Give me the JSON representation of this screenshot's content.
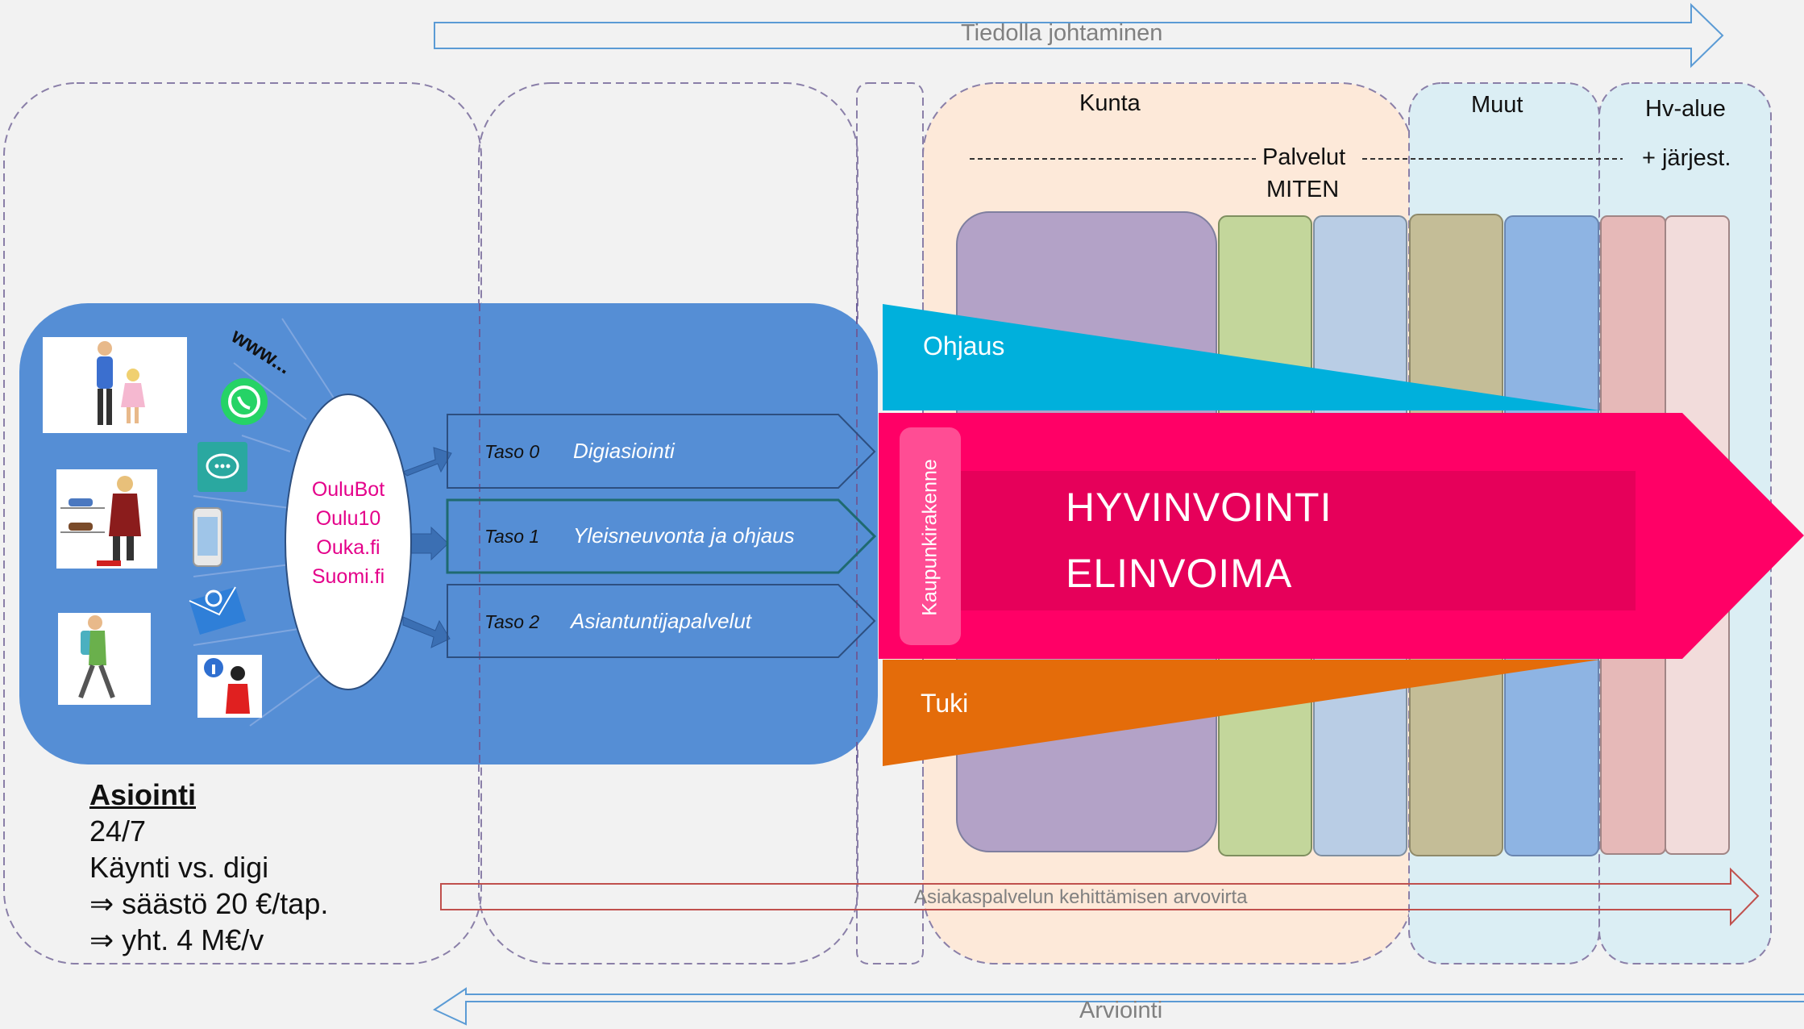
{
  "top_arrow_label": "Tiedolla johtaminen",
  "bottom_arrow_label": "Arviointi",
  "inner_arrow_label": "Asiakaspalvelun kehittämisen arvovirta",
  "groups": {
    "kunta": "Kunta",
    "muut": "Muut",
    "hv_alue": "Hv-alue",
    "hv_alue_sub": "+ järjest."
  },
  "services_header": {
    "line1": "Palvelut",
    "line2": "MITEN"
  },
  "channel_hub": {
    "lines": [
      "OuluBot",
      "Oulu10",
      "Ouka.fi",
      "Suomi.fi"
    ]
  },
  "www_label": "www...",
  "tiers": [
    {
      "level": "Taso 0",
      "name": "Digiasiointi"
    },
    {
      "level": "Taso 1",
      "name": "Yleisneuvonta ja ohjaus"
    },
    {
      "level": "Taso 2",
      "name": "Asiantuntijapalvelut"
    }
  ],
  "wedges": {
    "top": "Ohjaus",
    "bottom": "Tuki"
  },
  "vertical_label": "Kaupunkirakenne",
  "impact": {
    "line1": "HYVINVOINTI",
    "line2": "ELINVOIMA"
  },
  "notes": {
    "title": "Asiointi",
    "line1": "24/7",
    "line2": "Käynti vs. digi",
    "line3": "⇒ säästö 20 €/tap.",
    "line4": "⇒ yht. 4 M€/v"
  },
  "colors": {
    "blue_panel": "#558ed5",
    "kunta_bg": "#fde9d9",
    "muut_bg": "#dbeef4",
    "ohjaus": "#00b0dc",
    "tuki": "#e46c0a",
    "main_arrow": "#ff0066",
    "impact_box": "#e6005a",
    "channel_text": "#e4008a",
    "bars": [
      "#b3a2c7",
      "#c3d69b",
      "#b9cde5",
      "#c4bd97",
      "#8eb4e3",
      "#e6b9b8",
      "#f2dcdb"
    ]
  }
}
